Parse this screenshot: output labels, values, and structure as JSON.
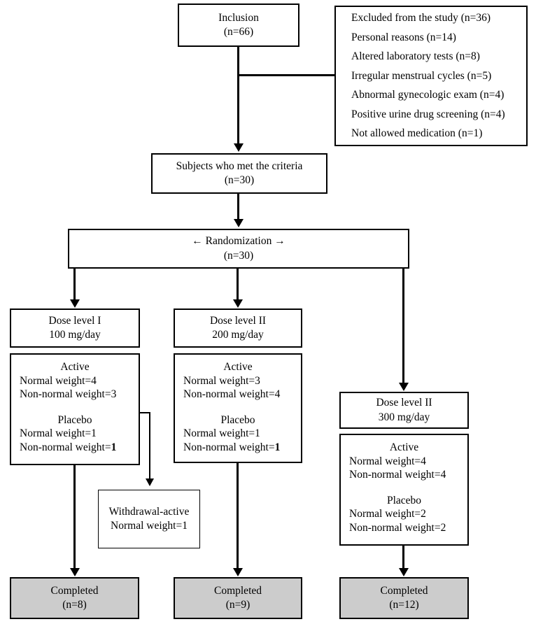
{
  "diagram": {
    "title_nodes": {
      "inclusion": {
        "line1": "Inclusion",
        "line2": "(n=66)"
      },
      "met_criteria": {
        "line1": "Subjects who met the criteria",
        "line2": "(n=30)"
      },
      "randomization": {
        "line1": "← Randomization →",
        "line2": "(n=30)"
      }
    },
    "excluded": {
      "items": [
        "Excluded from the study (n=36)",
        "Personal reasons (n=14)",
        "Altered laboratory tests (n=8)",
        "Irregular menstrual cycles (n=5)",
        "Abnormal gynecologic exam (n=4)",
        "Positive urine drug screening (n=4)",
        "Not allowed medication (n=1)"
      ]
    },
    "arms": [
      {
        "dose_title": "Dose level I",
        "dose_amount": "100 mg/day",
        "active_header": "Active",
        "active_normal": "Normal weight=4",
        "active_nonnormal_prefix": "Non-normal weight=",
        "active_nonnormal_value": "3",
        "placebo_header": "Placebo",
        "placebo_normal": "Normal weight=1",
        "placebo_nonnormal_prefix": "Non-normal weight=",
        "placebo_nonnormal_value": "1",
        "completed_line1": "Completed",
        "completed_line2": "(n=8)"
      },
      {
        "dose_title": "Dose level II",
        "dose_amount": "200 mg/day",
        "active_header": "Active",
        "active_normal": "Normal weight=3",
        "active_nonnormal_prefix": "Non-normal weight=",
        "active_nonnormal_value": "4",
        "placebo_header": "Placebo",
        "placebo_normal": "Normal weight=1",
        "placebo_nonnormal_prefix": "Non-normal weight=",
        "placebo_nonnormal_value": "1",
        "completed_line1": "Completed",
        "completed_line2": "(n=9)"
      },
      {
        "dose_title": "Dose level II",
        "dose_amount": "300 mg/day",
        "active_header": "Active",
        "active_normal": "Normal weight=4",
        "active_nonnormal_prefix": "Non-normal weight=",
        "active_nonnormal_value": "4",
        "placebo_header": "Placebo",
        "placebo_normal": "Normal weight=2",
        "placebo_nonnormal_prefix": "Non-normal weight=",
        "placebo_nonnormal_value": "2",
        "completed_line1": "Completed",
        "completed_line2": "(n=12)"
      }
    ],
    "withdrawal": {
      "line1": "Withdrawal-active",
      "line2": "Normal weight=1"
    },
    "colors": {
      "stroke": "#000000",
      "completed_fill": "#cccccc",
      "background": "#ffffff"
    }
  }
}
